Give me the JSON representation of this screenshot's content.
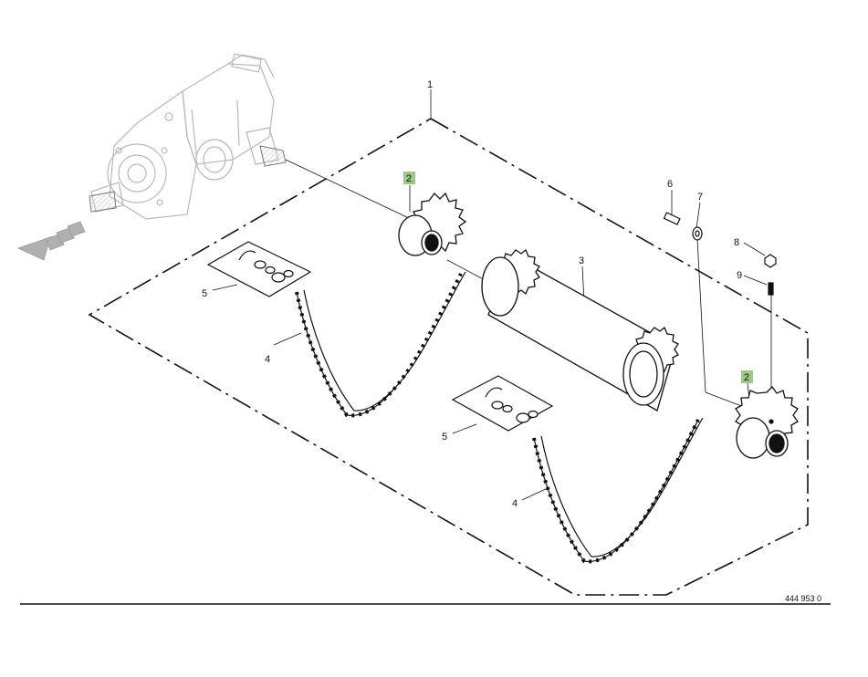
{
  "diagram": {
    "document_number": "444 953 0",
    "highlight_color": "#9dc88a",
    "labels": {
      "l1": "1",
      "l2a": "2",
      "l2b": "2",
      "l3": "3",
      "l4a": "4",
      "l4b": "4",
      "l5a": "5",
      "l5b": "5",
      "l6": "6",
      "l7": "7",
      "l8": "8",
      "l9": "9"
    }
  }
}
